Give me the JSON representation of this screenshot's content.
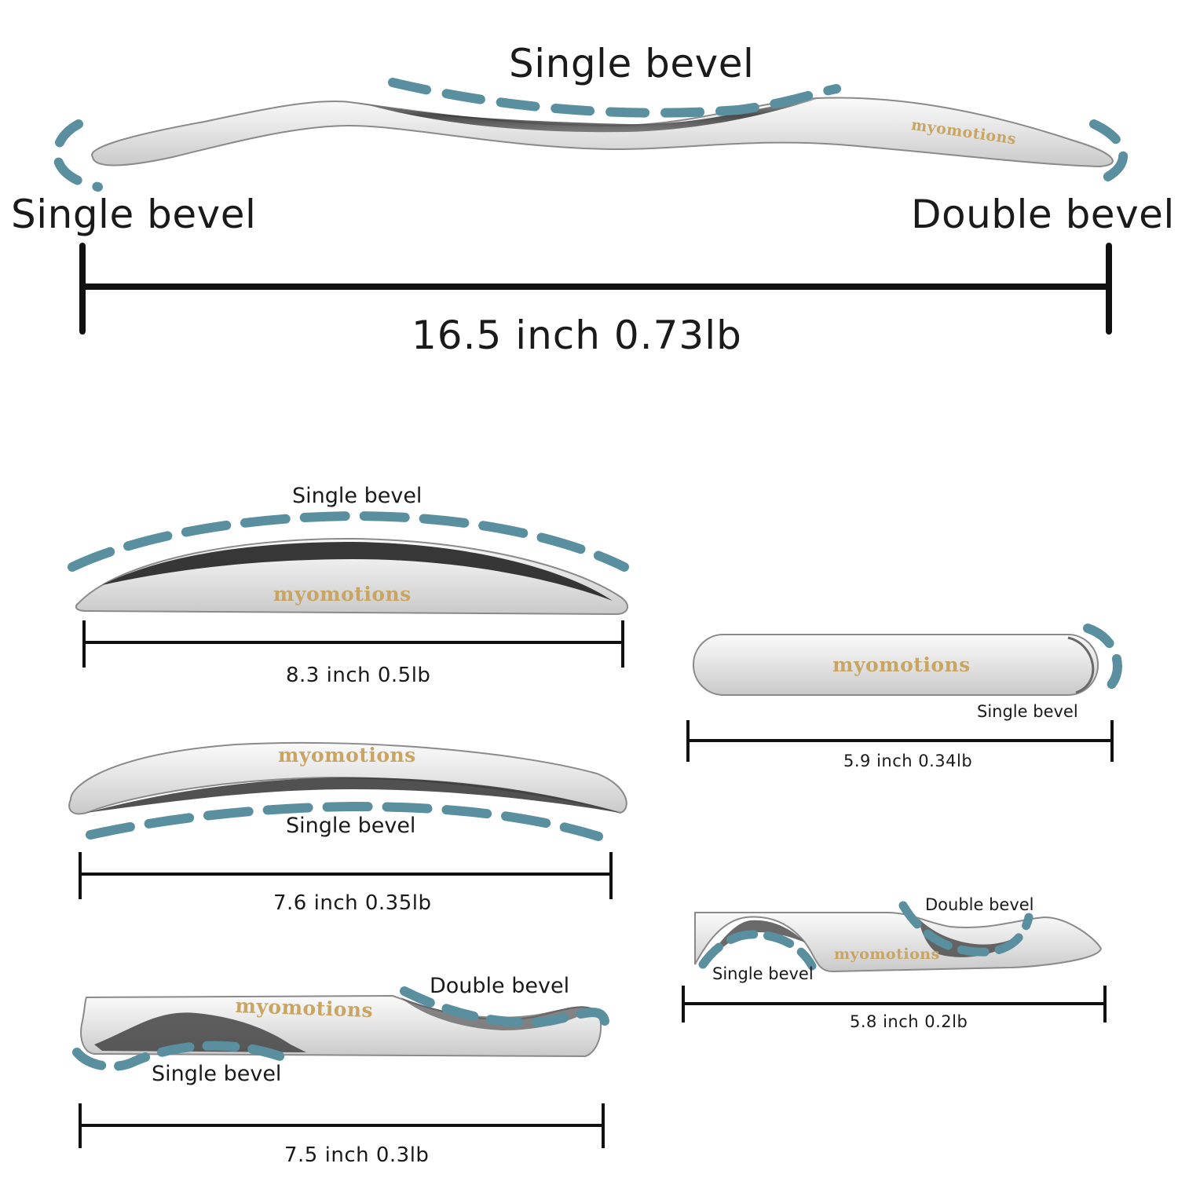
{
  "brand": {
    "name": "myomotions",
    "color": "#c9a563"
  },
  "colors": {
    "bevel_marker": "#5a8fa0",
    "dimension_line": "#111111",
    "text": "#1a1a1a"
  },
  "tools": [
    {
      "id": "tool-1",
      "labels": [
        "Single bevel",
        "Single bevel",
        "Double bevel"
      ],
      "dimension": "16.5 inch  0.73lb"
    },
    {
      "id": "tool-2",
      "labels": [
        "Single bevel"
      ],
      "dimension": "8.3 inch  0.5lb"
    },
    {
      "id": "tool-3",
      "labels": [
        "Single bevel"
      ],
      "dimension": "7.6 inch  0.35lb"
    },
    {
      "id": "tool-4",
      "labels": [
        "Double bevel",
        "Single bevel"
      ],
      "dimension": "7.5 inch  0.3lb"
    },
    {
      "id": "tool-5",
      "labels": [
        "Single bevel"
      ],
      "dimension": "5.9 inch  0.34lb"
    },
    {
      "id": "tool-6",
      "labels": [
        "Double bevel",
        "Single bevel"
      ],
      "dimension": "5.8 inch  0.2lb"
    }
  ]
}
